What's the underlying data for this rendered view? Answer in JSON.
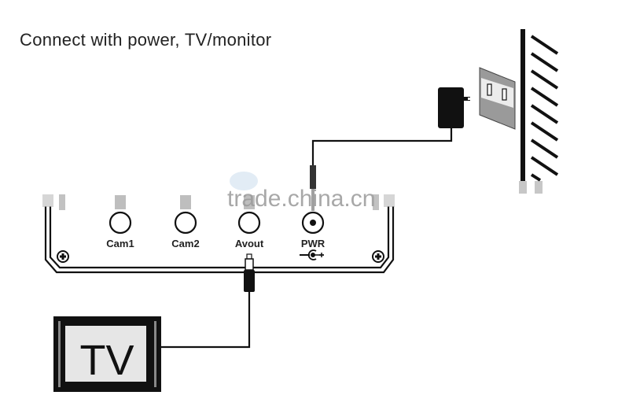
{
  "title": "Connect with power, TV/monitor",
  "device": {
    "ports": [
      {
        "id": "cam1",
        "label": "Cam1"
      },
      {
        "id": "cam2",
        "label": "Cam2"
      },
      {
        "id": "avout",
        "label": "Avout"
      },
      {
        "id": "pwr",
        "label": "PWR"
      }
    ]
  },
  "tv": {
    "label": "TV"
  },
  "watermark": {
    "text": "trade.china.cn"
  },
  "colors": {
    "line": "#111111",
    "outlet_plate": "#9a9a9a",
    "outlet_face": "#e8e8e8",
    "tv_screen": "#e6e6e6",
    "watermark": "#9a9a9a"
  }
}
